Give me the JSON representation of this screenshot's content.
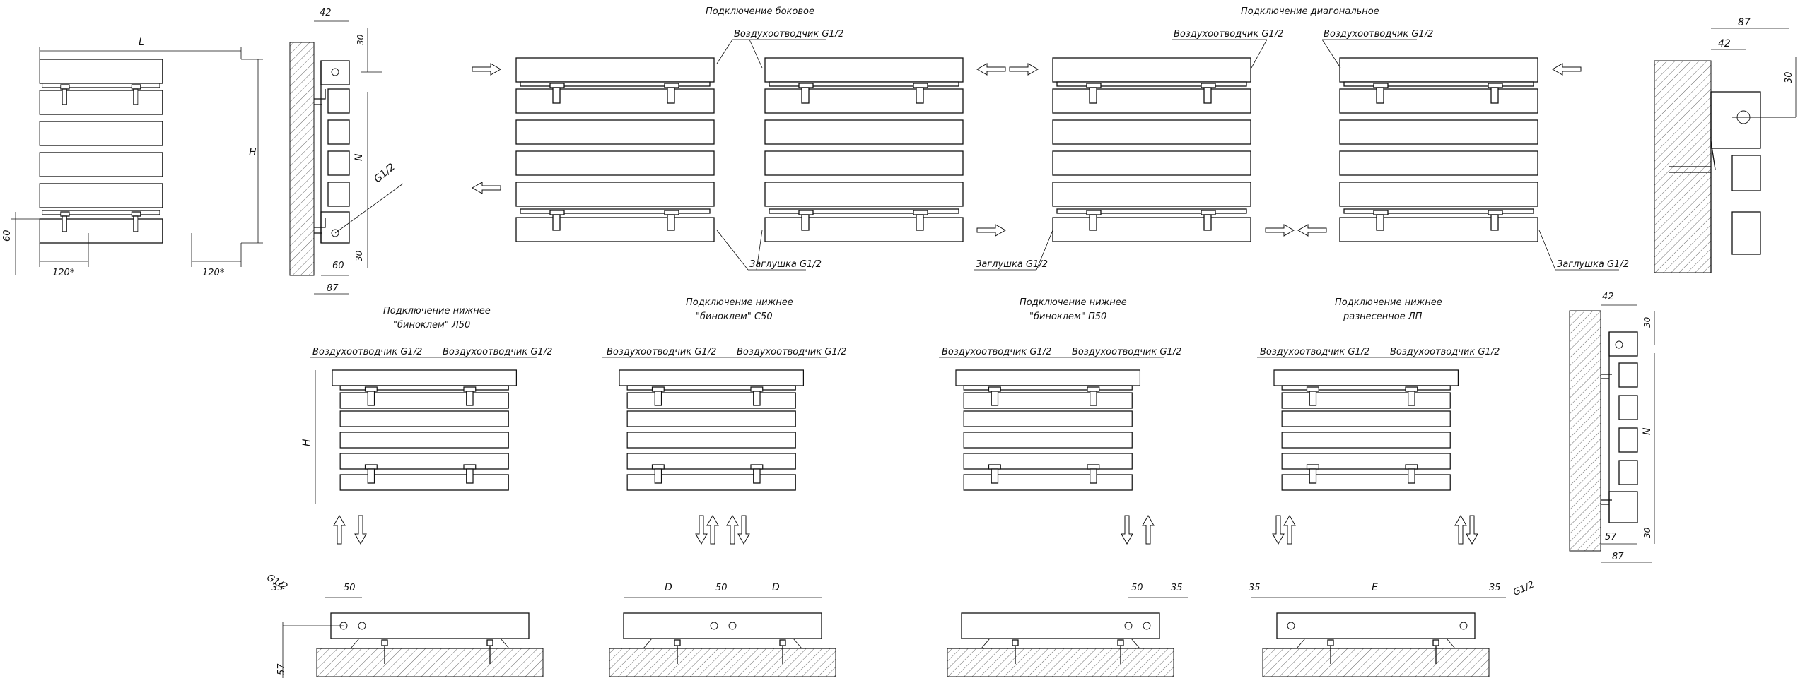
{
  "titles": {
    "side_connection": "Подключение боковое",
    "diagonal_connection": "Подключение диагональное",
    "bottom_l50": "Подключение нижнее\n\"биноклем\" Л50",
    "bottom_c50": "Подключение нижнее\n\"биноклем\" С50",
    "bottom_p50": "Подключение нижнее\n\"биноклем\" П50",
    "bottom_lp": "Подключение нижнее\nразнесенное ЛП"
  },
  "labels": {
    "air_vent": "Воздухоотводчик G1/2",
    "plug": "Заглушка G1/2",
    "thread": "G1/2"
  },
  "dimensions": {
    "L": "L",
    "H": "H",
    "N": "N",
    "D": "D",
    "E": "E",
    "d42": "42",
    "d30": "30",
    "d60": "60",
    "d87": "87",
    "d120": "120*",
    "d35": "35",
    "d50": "50",
    "d57": "57"
  }
}
